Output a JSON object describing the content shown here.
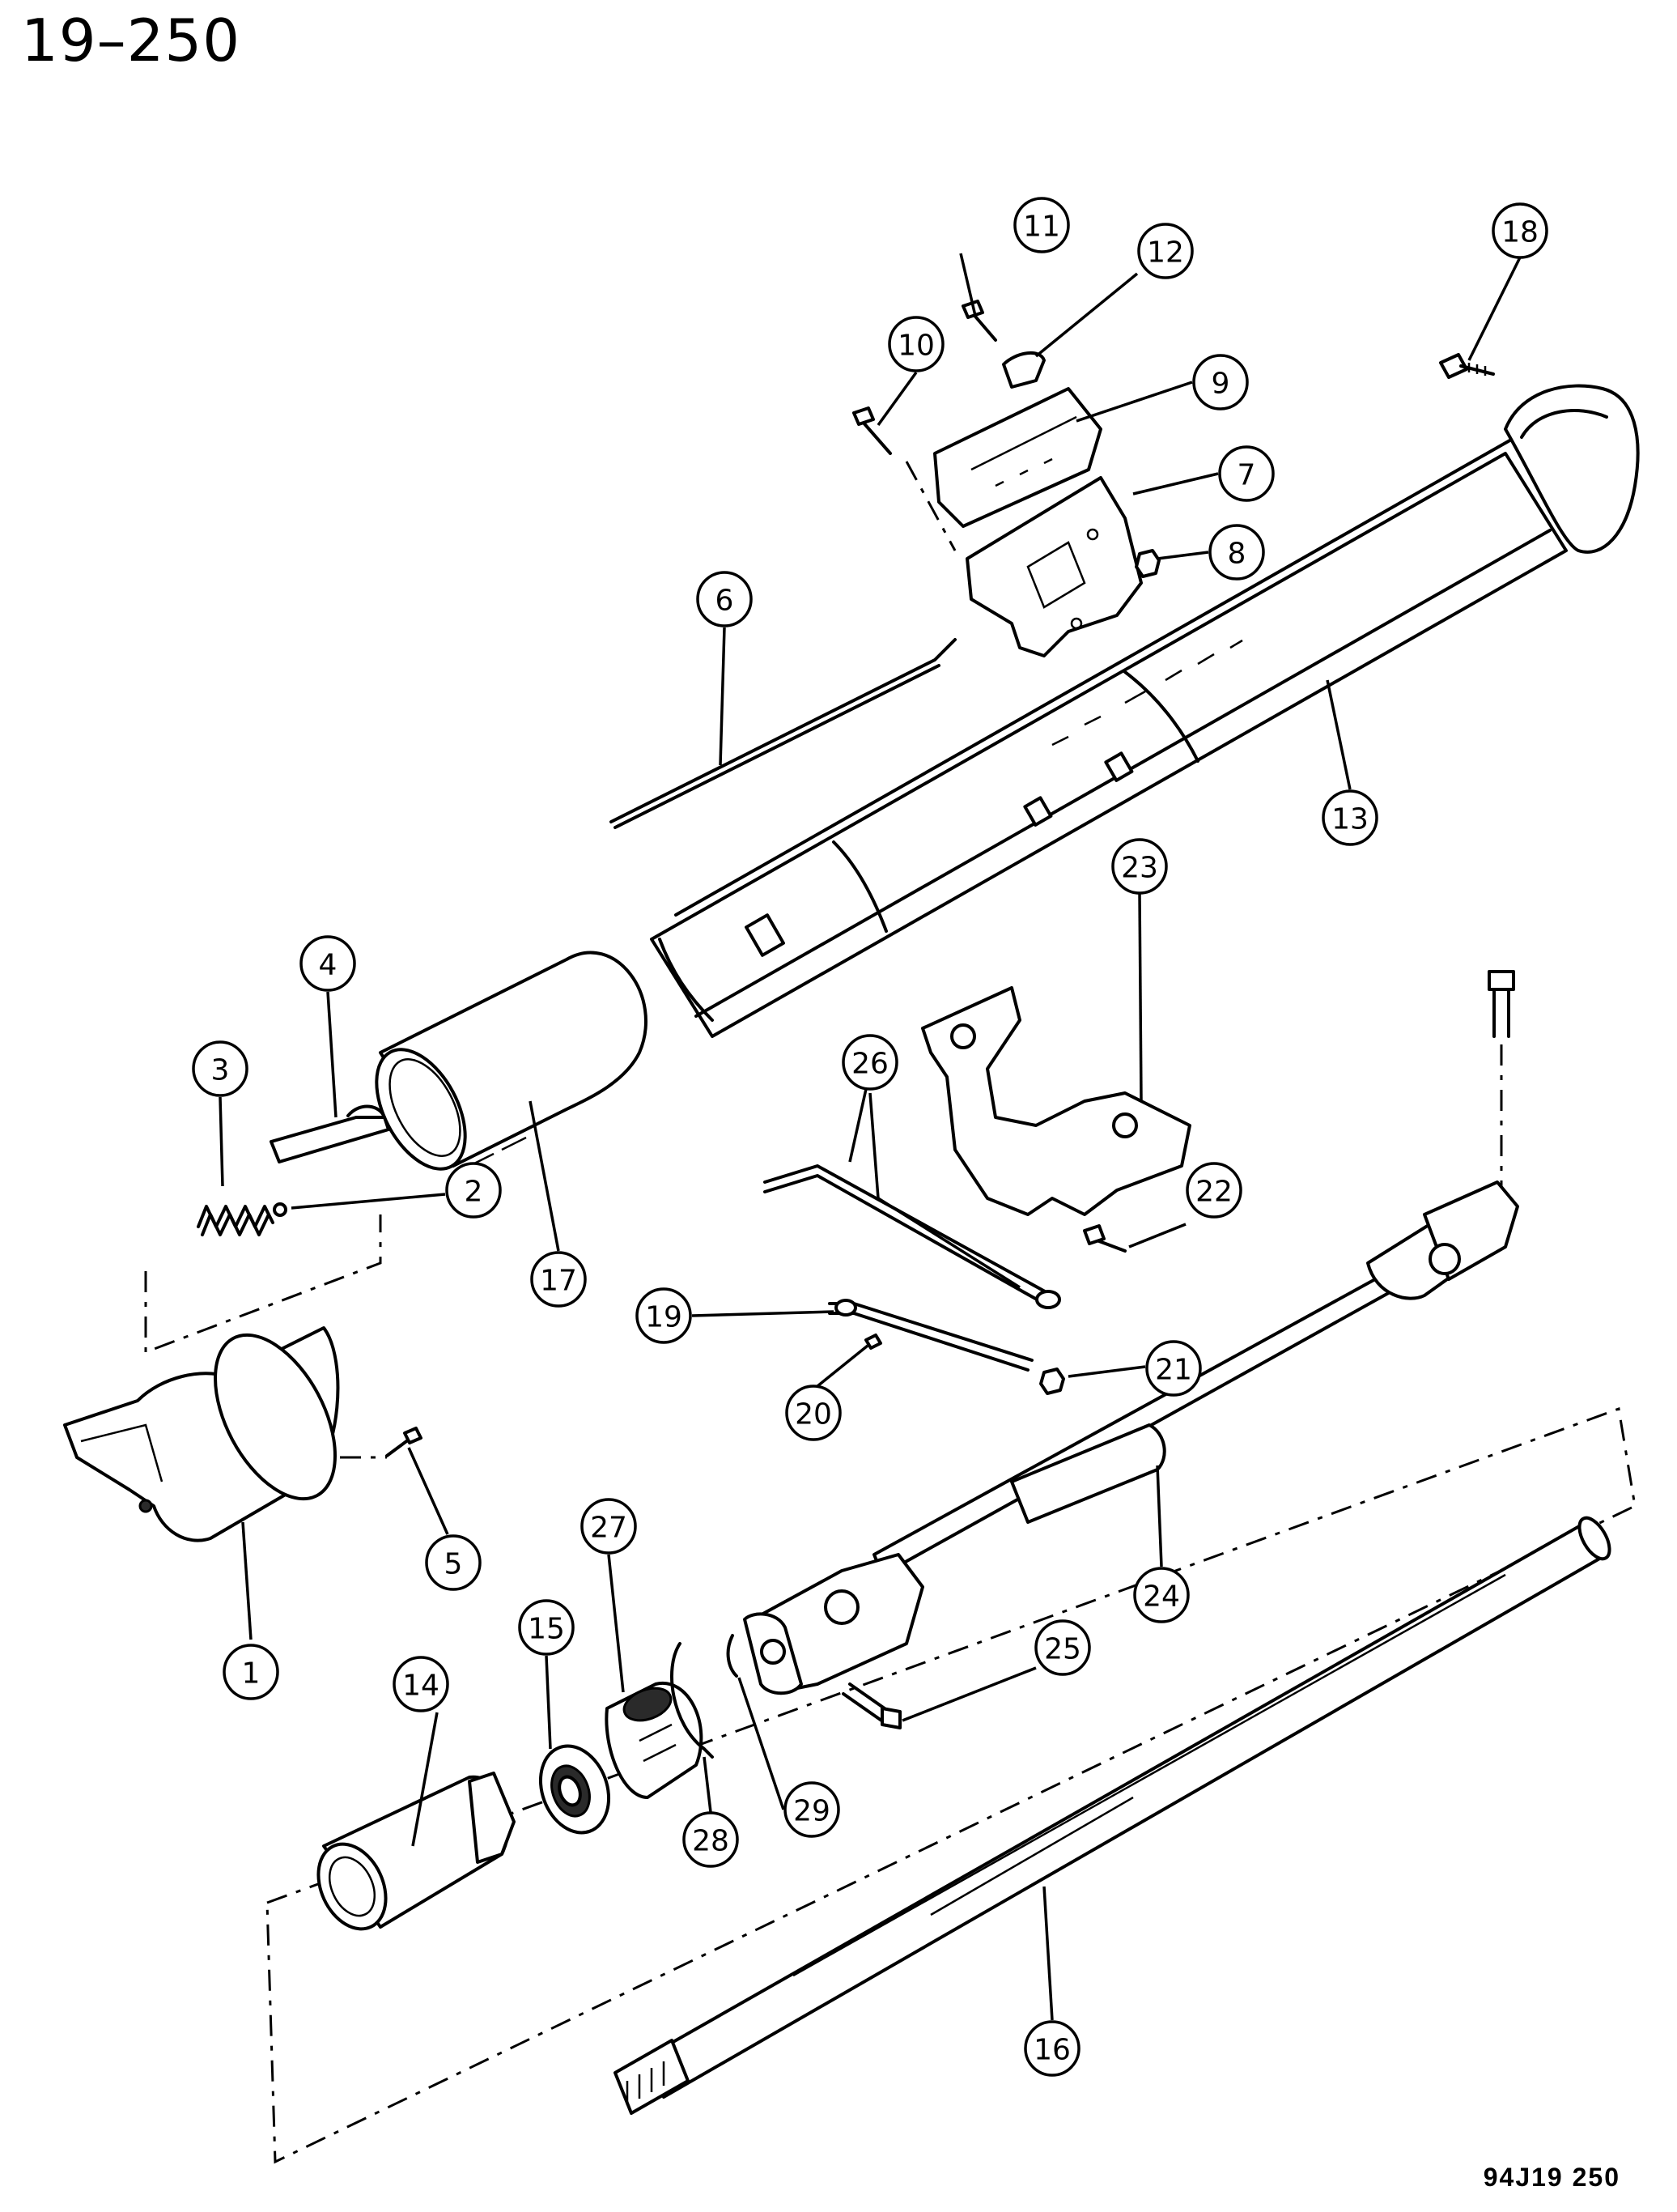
{
  "title": "19–250",
  "figure_code": "94J19  250",
  "callouts": [
    {
      "id": "1",
      "label": "1"
    },
    {
      "id": "2",
      "label": "2"
    },
    {
      "id": "3",
      "label": "3"
    },
    {
      "id": "4",
      "label": "4"
    },
    {
      "id": "5",
      "label": "5"
    },
    {
      "id": "6",
      "label": "6"
    },
    {
      "id": "7",
      "label": "7"
    },
    {
      "id": "8",
      "label": "8"
    },
    {
      "id": "9",
      "label": "9"
    },
    {
      "id": "10",
      "label": "10"
    },
    {
      "id": "11",
      "label": "11"
    },
    {
      "id": "12",
      "label": "12"
    },
    {
      "id": "13",
      "label": "13"
    },
    {
      "id": "14",
      "label": "14"
    },
    {
      "id": "15",
      "label": "15"
    },
    {
      "id": "16",
      "label": "16"
    },
    {
      "id": "17",
      "label": "17"
    },
    {
      "id": "18",
      "label": "18"
    },
    {
      "id": "19",
      "label": "19"
    },
    {
      "id": "20",
      "label": "20"
    },
    {
      "id": "21",
      "label": "21"
    },
    {
      "id": "22",
      "label": "22"
    },
    {
      "id": "23",
      "label": "23"
    },
    {
      "id": "24",
      "label": "24"
    },
    {
      "id": "25",
      "label": "25"
    },
    {
      "id": "26",
      "label": "26"
    },
    {
      "id": "27",
      "label": "27"
    },
    {
      "id": "28",
      "label": "28"
    },
    {
      "id": "29",
      "label": "29"
    }
  ]
}
